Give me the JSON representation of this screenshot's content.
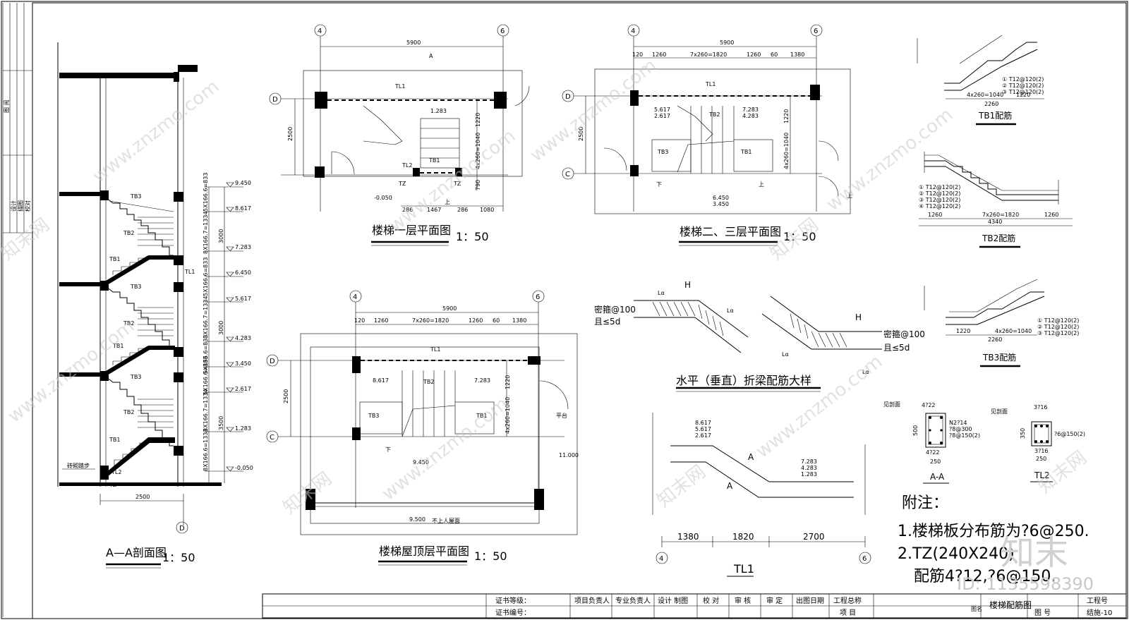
{
  "left_strip": {
    "labels": [
      "图 阅",
      "设计",
      "描图",
      "校对"
    ]
  },
  "section_aa": {
    "title": "A—A剖面图",
    "scale": "1：50",
    "elevations": [
      "9.450",
      "8.617",
      "7.283",
      "6.450",
      "5.617",
      "4.283",
      "3.450",
      "2.617",
      "1.283",
      "-0.050"
    ],
    "step_dims": [
      "5X166.6=833",
      "8X166.7=1334",
      "3000",
      "5X166.6=833",
      "5X166.6=833",
      "8X166.7=1334",
      "3000",
      "5X166.6=833",
      "5X166.6=833",
      "8X166.7=1334",
      "3500",
      "8X166.6=1333"
    ],
    "members": [
      "TB3",
      "TB2",
      "TB1",
      "TL1",
      "TB3",
      "TB2",
      "TB1",
      "TB3",
      "TB2",
      "TB1",
      "TL2",
      "TZ"
    ],
    "notes": [
      "砖砌踏步"
    ],
    "width": "2500",
    "axis": "D"
  },
  "plan1": {
    "title": "楼梯一层平面图",
    "scale": "1：50",
    "axes": [
      "4",
      "6",
      "D",
      "C"
    ],
    "dims_top": [
      "5900"
    ],
    "dims_bottom": [
      "286",
      "1467",
      "286",
      "1080"
    ],
    "dims_side": [
      "2500",
      "1220",
      "4x260=1040",
      "790"
    ],
    "members": [
      "TL1",
      "TB1",
      "TL2",
      "TZ",
      "TZ"
    ],
    "elevations": [
      "1.283",
      "-0.050"
    ],
    "cut_mark": "A",
    "up_mark": "上"
  },
  "plan23": {
    "title": "楼梯二、三层平面图",
    "scale": "1：50",
    "axes": [
      "4",
      "6",
      "D",
      "C"
    ],
    "dims_top": [
      "5900",
      "120",
      "1260",
      "7x260=1820",
      "1260",
      "60",
      "1380"
    ],
    "dims_side": [
      "2500",
      "1220",
      "4x260=1040"
    ],
    "members": [
      "TL1",
      "TB2",
      "TB3",
      "TB1"
    ],
    "elevations": [
      "5.617",
      "2.617",
      "7.283",
      "4.283",
      "6.450",
      "3.450"
    ],
    "marks": [
      "下",
      "上",
      "上"
    ]
  },
  "plan_roof": {
    "title": "楼梯屋顶层平面图",
    "scale": "1：50",
    "axes": [
      "4",
      "6",
      "D",
      "C"
    ],
    "dims_top": [
      "5900",
      "120",
      "1260",
      "7x260=1820",
      "1260",
      "60",
      "1380"
    ],
    "dims_side": [
      "2500",
      "1220",
      "4x260=1040"
    ],
    "members": [
      "TL1",
      "TB2",
      "TB3",
      "TB1"
    ],
    "elevations": [
      "8.617",
      "7.283",
      "9.450",
      "11.000",
      "9.500"
    ],
    "labels": [
      "平台",
      "不上人屋面",
      "下"
    ]
  },
  "beam_detail": {
    "title": "水平（垂直）折梁配筋大样",
    "labels_left": [
      "Lα",
      "H",
      "Lα",
      "密箍@100",
      "且≤5d"
    ],
    "labels_right": [
      "H",
      "密箍@100",
      "且≤5d",
      "Lα",
      "Lα"
    ]
  },
  "tl1": {
    "title": "TL1",
    "elev_left": [
      "8.617",
      "5.617",
      "2.617"
    ],
    "elev_right": [
      "7.283",
      "4.283",
      "1.283"
    ],
    "dims": [
      "1380",
      "1820",
      "2700"
    ],
    "axes": [
      "4",
      "6"
    ],
    "cut": [
      "A",
      "A"
    ]
  },
  "tb1": {
    "title": "TB1配筋",
    "bars": [
      "① T12@120(2)",
      "② T12@120(2)",
      "③ T12@120(2)"
    ],
    "dims": [
      "2260",
      "4x260=1040",
      "1220"
    ]
  },
  "tb2": {
    "title": "TB2配筋",
    "bars": [
      "① T12@120(2)",
      "② T12@120(2)",
      "③ T12@120(2)",
      "④ T12@120(2)"
    ],
    "dims": [
      "1260",
      "7x260=1820",
      "1260",
      "4340"
    ]
  },
  "tb3": {
    "title": "TB3配筋",
    "bars": [
      "① T12@120(2)",
      "② T12@120(2)",
      "③ T12@120(2)"
    ],
    "dims": [
      "1220",
      "4x260=1040",
      "2260"
    ]
  },
  "section_a": {
    "title": "A-A",
    "labels": [
      "见剖面",
      "4?22",
      "N2?14",
      "?8@300",
      "?8@150(2)",
      "4?22"
    ],
    "dims": [
      "500",
      "250"
    ]
  },
  "section_tl2": {
    "title": "TL2",
    "labels": [
      "见剖面",
      "3?16",
      "?6@150(2)",
      "3?16"
    ],
    "dims": [
      "350",
      "250"
    ]
  },
  "notes": {
    "heading": "附注：",
    "lines": [
      "1.楼梯板分布筋为?6@250.",
      "2.TZ(240X240)",
      "配筋4?12,?6@150."
    ]
  },
  "title_block": {
    "cells": [
      "证书等级：",
      "证书编号：",
      "项目负责人",
      "专业负责人",
      "设计 制图",
      "校 对",
      "审 核",
      "审 定",
      "出图日期",
      "工程总称",
      "项  目",
      "图名",
      "楼梯配筋图",
      "工程号",
      "图 号",
      "结施-10"
    ]
  },
  "watermark": {
    "brand": "知末",
    "site": "www.znzmo.com",
    "cn": "知末网",
    "id": "ID: 1135598390"
  }
}
